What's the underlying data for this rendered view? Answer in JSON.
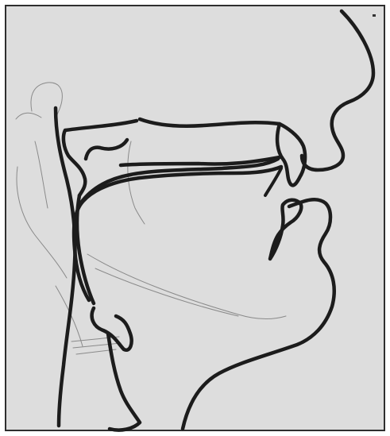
{
  "figure": {
    "kind": "midsagittal vocal tract tracing",
    "text_visible": "",
    "colors": {
      "paper": "#e6e6e6",
      "ink": "#1c1c1c",
      "faint_pencil": "#8a8a8a",
      "border": "#2e2e2e"
    },
    "parts": [
      "face-profile",
      "nose-upper-lip",
      "upper-teeth-incisor",
      "lower-lip",
      "chin-jaw",
      "hard-palate",
      "velum",
      "tongue",
      "pharynx-back-wall",
      "epiglottis",
      "larynx",
      "faint-outlines"
    ]
  }
}
